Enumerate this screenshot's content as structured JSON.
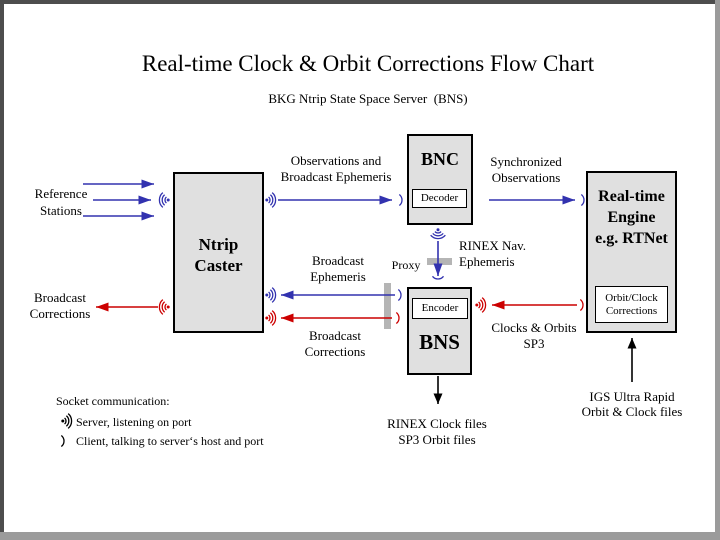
{
  "title": "Real-time Clock & Orbit Corrections Flow Chart",
  "subtitle": "BKG Ntrip State Space Server  (BNS)",
  "colors": {
    "blue": "#3232af",
    "red": "#cc0000",
    "box_fill": "#e0e0e0",
    "proxy_bar": "#b5b5b5"
  },
  "boxes": {
    "ntrip_caster": {
      "line1": "Ntrip",
      "line2": "Caster"
    },
    "bnc": {
      "label": "BNC",
      "sub": "Decoder"
    },
    "bns": {
      "label": "BNS",
      "sub": "Encoder"
    },
    "rtnet": {
      "line1": "Real-time",
      "line2": "Engine",
      "line3": "e.g. RTNet",
      "sub_line1": "Orbit/Clock",
      "sub_line2": "Corrections"
    }
  },
  "labels": {
    "reference_stations": {
      "line1": "Reference",
      "line2": "Stations"
    },
    "broadcast_corrections_left": {
      "line1": "Broadcast",
      "line2": "Corrections"
    },
    "observations": {
      "line1": "Observations and",
      "line2": "Broadcast Ephemeris"
    },
    "synchronized": {
      "line1": "Synchronized",
      "line2": "Observations"
    },
    "rinex_nav": {
      "line1": "RINEX Nav.",
      "line2": "Ephemeris"
    },
    "broadcast_ephemeris": {
      "line1": "Broadcast",
      "line2": "Ephemeris"
    },
    "proxy": "Proxy",
    "broadcast_corrections_mid": {
      "line1": "Broadcast",
      "line2": "Corrections"
    },
    "clocks_orbits": {
      "line1": "Clocks & Orbits",
      "line2": "SP3"
    },
    "rinex_clock_files": {
      "line1": "RINEX Clock files",
      "line2": "SP3 Orbit files"
    },
    "igs": {
      "line1": "IGS Ultra Rapid",
      "line2": "Orbit & Clock files"
    }
  },
  "legend": {
    "title": "Socket communication:",
    "server_icon": "socket-server-icon",
    "server": "Server, listening on port",
    "client_icon": "socket-client-icon",
    "client": "Client, talking to server‘s host and port"
  }
}
